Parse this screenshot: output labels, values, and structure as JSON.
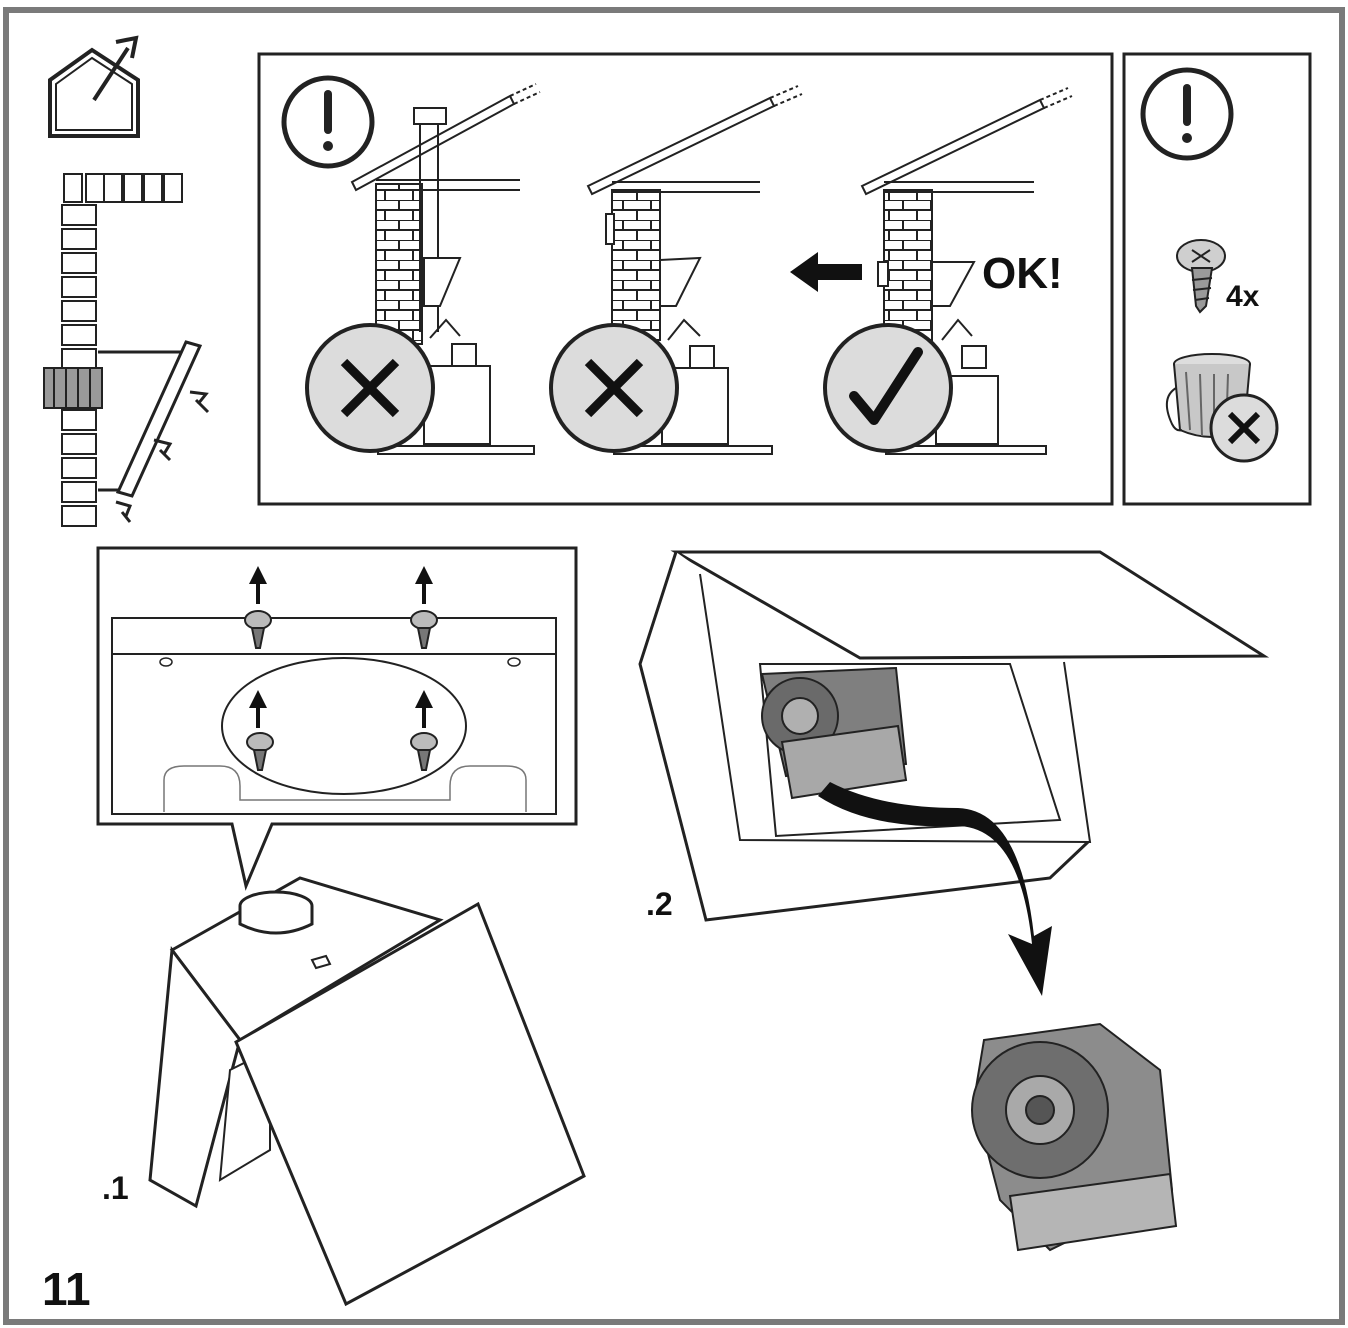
{
  "labels": {
    "ok": "OK!",
    "screw_count": "4x",
    "step_1": ".1",
    "step_2": ".2",
    "page_number": "11"
  },
  "icons": [
    "outdoor-vent-house-icon",
    "warning-exclamation-icon",
    "cross-icon",
    "check-icon",
    "screw-icon",
    "trash-bin-icon",
    "fan-motor-icon"
  ],
  "colors": {
    "line": "#1a1a1a",
    "motor": "#8a8a8a",
    "badge": "#dcdcdc",
    "frame": "#7a7a7a"
  }
}
